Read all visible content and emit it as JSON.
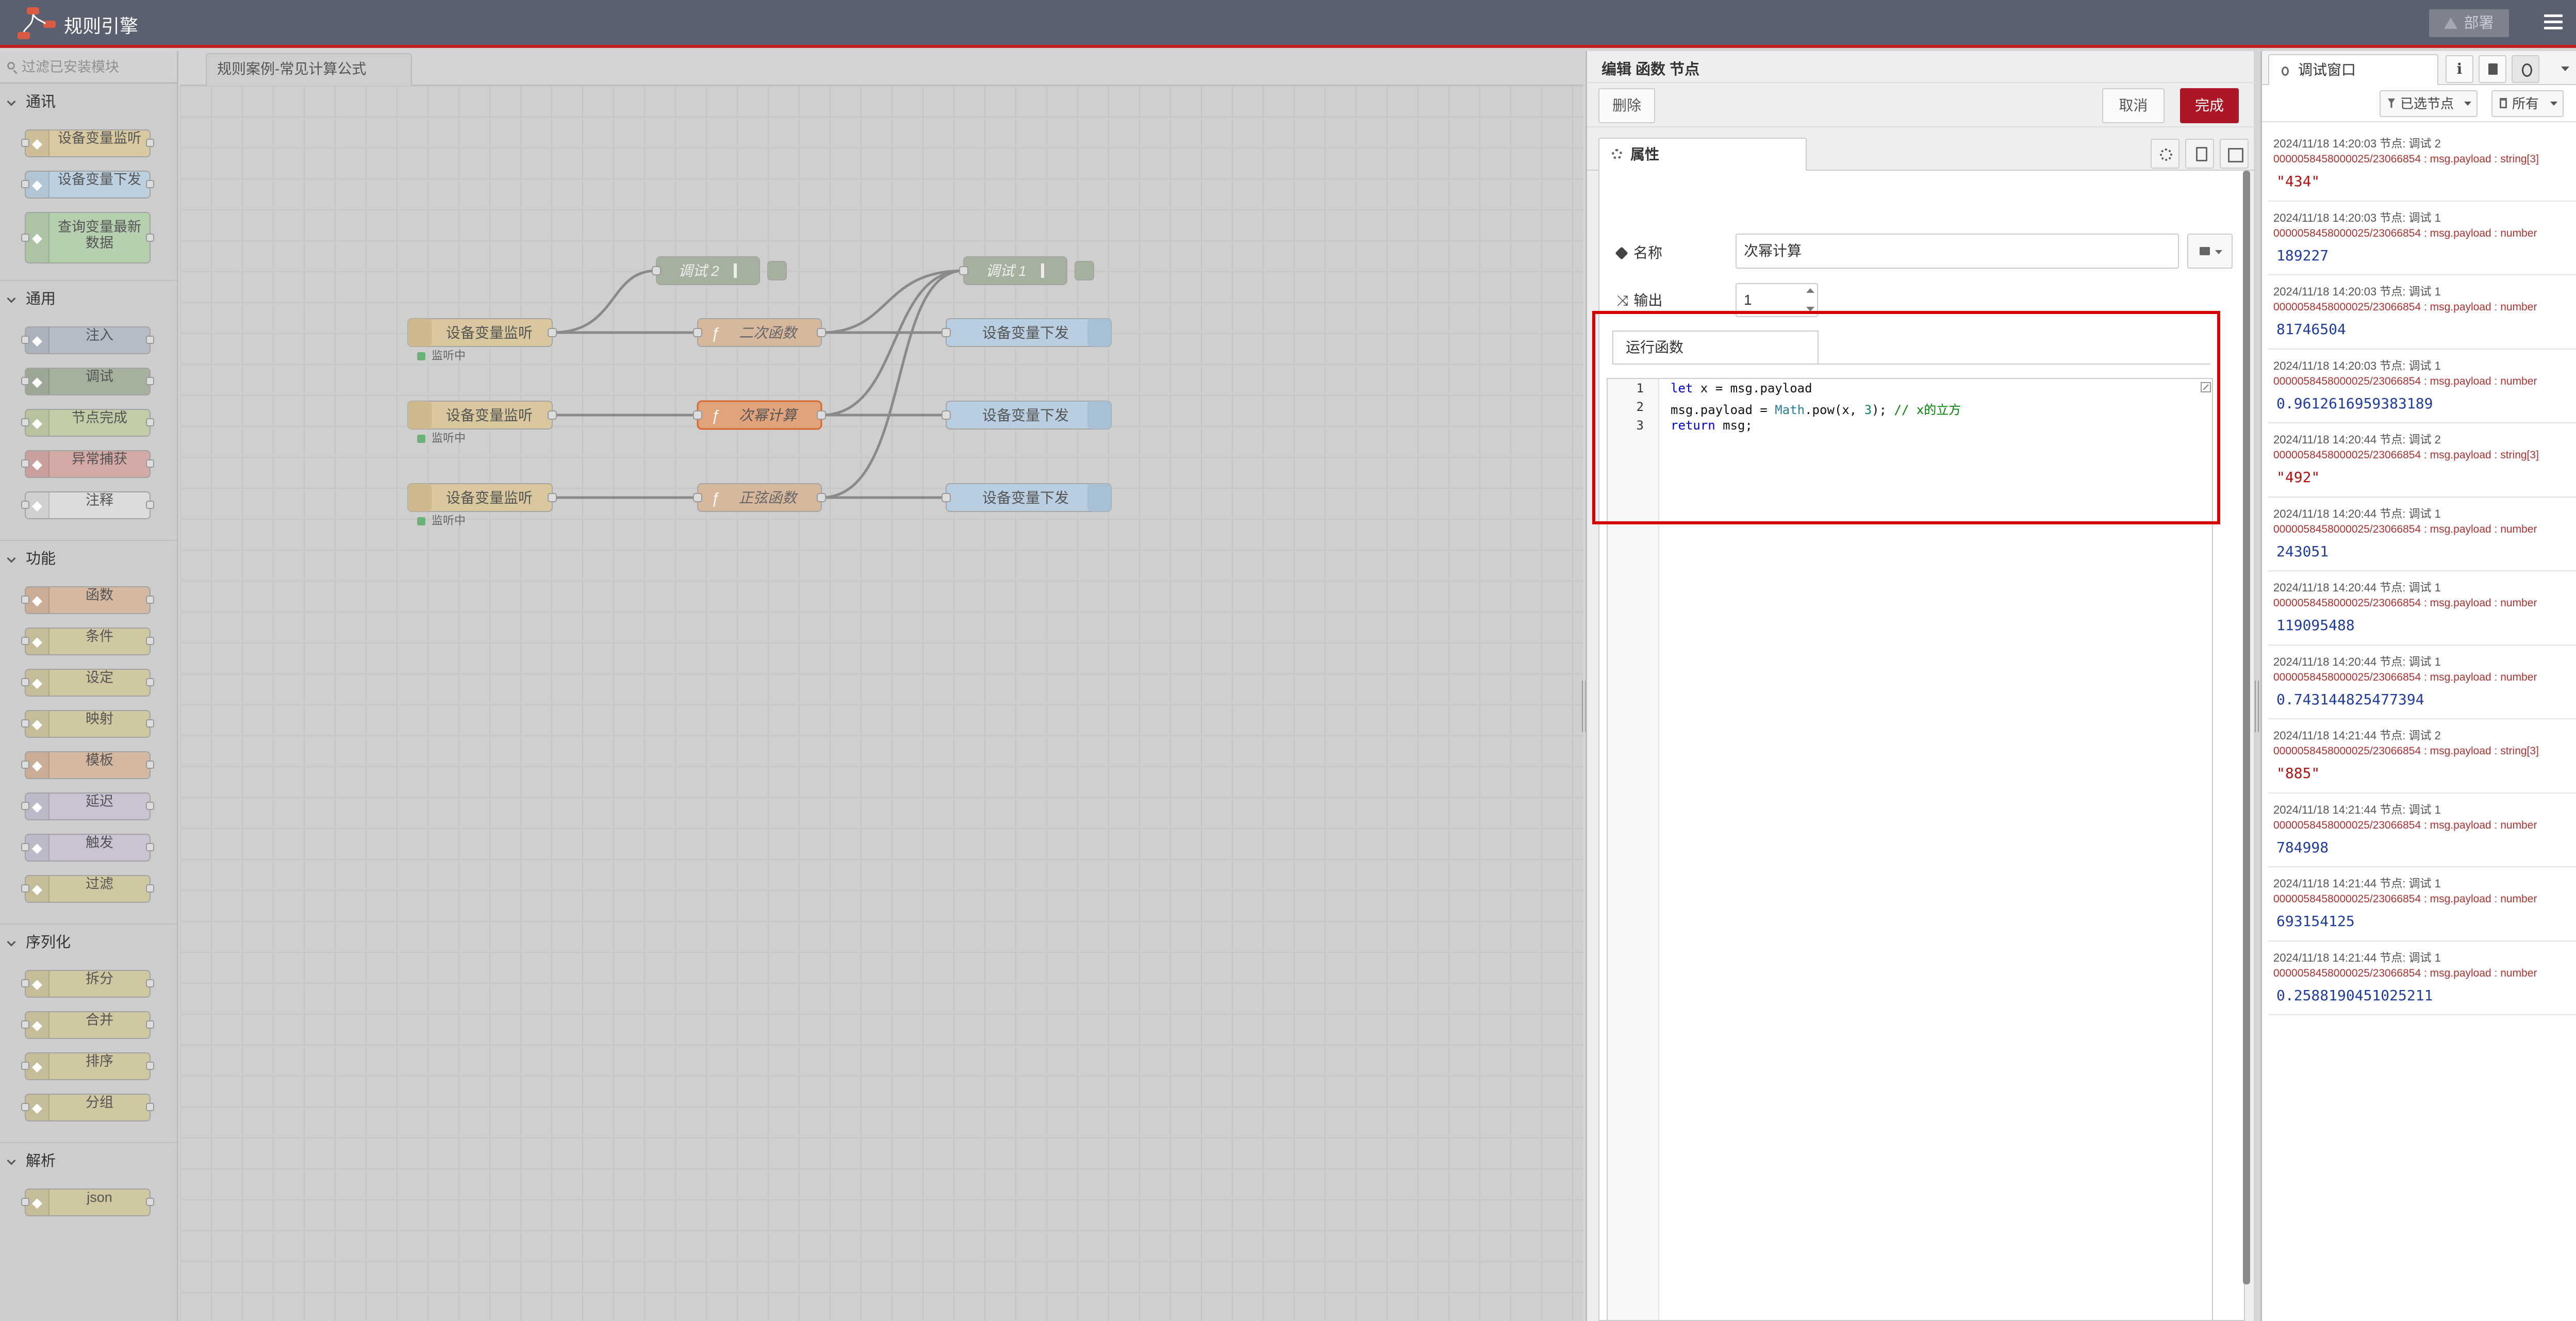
{
  "app": {
    "title": "规则引擎",
    "deploy_label": "部署"
  },
  "palette": {
    "search_placeholder": "过滤已安装模块",
    "categories": [
      {
        "label": "通讯",
        "nodes": [
          {
            "label": "设备变量监听",
            "color": "#d8c9a1",
            "icon": "device-icon"
          },
          {
            "label": "设备变量下发",
            "color": "#bcd0e0",
            "icon": "device-icon"
          },
          {
            "label": "查询变量最新数据",
            "color": "#b6cfae",
            "icon": "db-icon"
          }
        ]
      },
      {
        "label": "通用",
        "nodes": [
          {
            "label": "注入",
            "color": "#b4bcc6",
            "icon": "inject-icon"
          },
          {
            "label": "调试",
            "color": "#a5b09d",
            "icon": "debug-icon"
          },
          {
            "label": "节点完成",
            "color": "#c2cda8",
            "icon": "exclamation-icon"
          },
          {
            "label": "异常捕获",
            "color": "#d4a9a6",
            "icon": "exclamation-icon"
          },
          {
            "label": "注释",
            "color": "#dcdcdc",
            "icon": "comment-icon"
          }
        ]
      },
      {
        "label": "功能",
        "nodes": [
          {
            "label": "函数",
            "color": "#d6b7a0",
            "icon": "function-icon"
          },
          {
            "label": "条件",
            "color": "#d0c8a0",
            "icon": "switch-icon"
          },
          {
            "label": "设定",
            "color": "#d0c8a0",
            "icon": "change-icon"
          },
          {
            "label": "映射",
            "color": "#d0c8a0",
            "icon": "range-icon"
          },
          {
            "label": "模板",
            "color": "#d6b7a0",
            "icon": "template-icon"
          },
          {
            "label": "延迟",
            "color": "#c9c3d4",
            "icon": "timer-icon"
          },
          {
            "label": "触发",
            "color": "#c9c3d4",
            "icon": "trigger-icon"
          },
          {
            "label": "过滤",
            "color": "#d0c8a0",
            "icon": "filter-icon"
          }
        ]
      },
      {
        "label": "序列化",
        "nodes": [
          {
            "label": "拆分",
            "color": "#d0c8a0",
            "icon": "split-icon"
          },
          {
            "label": "合并",
            "color": "#d0c8a0",
            "icon": "join-icon"
          },
          {
            "label": "排序",
            "color": "#d0c8a0",
            "icon": "sort-icon"
          },
          {
            "label": "分组",
            "color": "#d0c8a0",
            "icon": "batch-icon"
          }
        ]
      },
      {
        "label": "解析",
        "nodes": [
          {
            "label": "json",
            "color": "#d0c8a0",
            "icon": "json-icon"
          }
        ]
      }
    ]
  },
  "workspace": {
    "tab_label": "规则案例-常见计算公式",
    "flow_nodes": {
      "listen1": "设备变量监听",
      "listen2": "设备变量监听",
      "listen3": "设备变量监听",
      "status": "监听中",
      "func1": "二次函数",
      "func2": "次幂计算",
      "func3": "正弦函数",
      "send1": "设备变量下发",
      "send2": "设备变量下发",
      "send3": "设备变量下发",
      "debug2": "调试 2",
      "debug1": "调试 1"
    }
  },
  "editor": {
    "title": "编辑 函数 节点",
    "delete_label": "删除",
    "cancel_label": "取消",
    "done_label": "完成",
    "tab_properties": "属性",
    "name_label": "名称",
    "name_value": "次幂计算",
    "outputs_label": "输出",
    "outputs_value": "1",
    "code_tab": "运行函数",
    "code": {
      "line1_no": "1",
      "line2_no": "2",
      "line3_no": "3",
      "line1_kw": "let",
      "line1_rest": " x = msg.payload",
      "line2_a": "msg.payload = ",
      "line2_math": "Math",
      "line2_b": ".pow(x, ",
      "line2_num": "3",
      "line2_c": "); ",
      "line2_comment": "// x的立方",
      "line3_kw": "return",
      "line3_rest": " msg;"
    }
  },
  "debug": {
    "tab_label": "调试窗口",
    "info_label": "i",
    "filter_label": "已选节点",
    "clear_label": "所有",
    "messages": [
      {
        "meta": "2024/11/18 14:20:03   节点: 调试 2",
        "topic": "0000058458000025/23066854 : msg.payload : string[3]",
        "value": "\"434\"",
        "kind": "str"
      },
      {
        "meta": "2024/11/18 14:20:03   节点: 调试 1",
        "topic": "0000058458000025/23066854 : msg.payload : number",
        "value": "189227",
        "kind": "num"
      },
      {
        "meta": "2024/11/18 14:20:03   节点: 调试 1",
        "topic": "0000058458000025/23066854 : msg.payload : number",
        "value": "81746504",
        "kind": "num"
      },
      {
        "meta": "2024/11/18 14:20:03   节点: 调试 1",
        "topic": "0000058458000025/23066854 : msg.payload : number",
        "value": "0.9612616959383189",
        "kind": "num"
      },
      {
        "meta": "2024/11/18 14:20:44   节点: 调试 2",
        "topic": "0000058458000025/23066854 : msg.payload : string[3]",
        "value": "\"492\"",
        "kind": "str"
      },
      {
        "meta": "2024/11/18 14:20:44   节点: 调试 1",
        "topic": "0000058458000025/23066854 : msg.payload : number",
        "value": "243051",
        "kind": "num"
      },
      {
        "meta": "2024/11/18 14:20:44   节点: 调试 1",
        "topic": "0000058458000025/23066854 : msg.payload : number",
        "value": "119095488",
        "kind": "num"
      },
      {
        "meta": "2024/11/18 14:20:44   节点: 调试 1",
        "topic": "0000058458000025/23066854 : msg.payload : number",
        "value": "0.743144825477394",
        "kind": "num"
      },
      {
        "meta": "2024/11/18 14:21:44   节点: 调试 2",
        "topic": "0000058458000025/23066854 : msg.payload : string[3]",
        "value": "\"885\"",
        "kind": "str"
      },
      {
        "meta": "2024/11/18 14:21:44   节点: 调试 1",
        "topic": "0000058458000025/23066854 : msg.payload : number",
        "value": "784998",
        "kind": "num"
      },
      {
        "meta": "2024/11/18 14:21:44   节点: 调试 1",
        "topic": "0000058458000025/23066854 : msg.payload : number",
        "value": "693154125",
        "kind": "num"
      },
      {
        "meta": "2024/11/18 14:21:44   节点: 调试 1",
        "topic": "0000058458000025/23066854 : msg.payload : number",
        "value": "0.2588190451025211",
        "kind": "num"
      }
    ]
  }
}
